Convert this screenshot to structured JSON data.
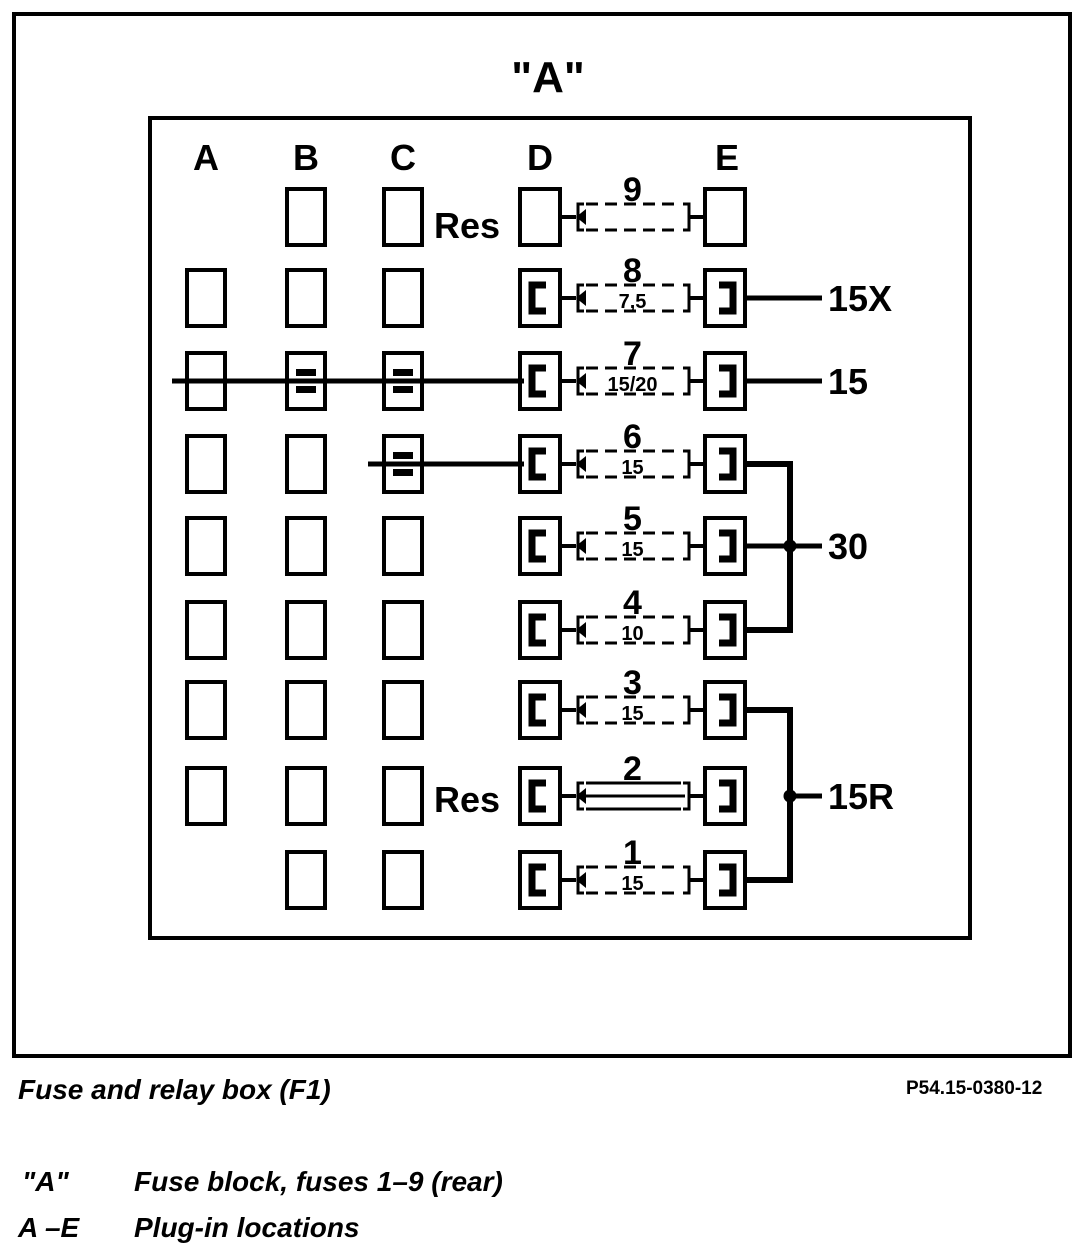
{
  "diagram": {
    "title": "\"A\"",
    "columns": [
      "A",
      "B",
      "C",
      "D",
      "E"
    ],
    "reserve_label": "Res",
    "fuses": [
      {
        "number": "9",
        "rating": ""
      },
      {
        "number": "8",
        "rating": "7,5"
      },
      {
        "number": "7",
        "rating": "15/20"
      },
      {
        "number": "6",
        "rating": "15"
      },
      {
        "number": "5",
        "rating": "15"
      },
      {
        "number": "4",
        "rating": "10"
      },
      {
        "number": "3",
        "rating": "15"
      },
      {
        "number": "2",
        "rating": ""
      },
      {
        "number": "1",
        "rating": "15"
      }
    ],
    "terminals": {
      "t15x": "15X",
      "t15": "15",
      "t30": "30",
      "t15r": "15R"
    }
  },
  "caption": {
    "title": "Fuse and relay box (F1)",
    "code": "P54.15-0380-12"
  },
  "legend": [
    {
      "key": "\"A\"",
      "text": "Fuse block, fuses 1–9 (rear)"
    },
    {
      "key": "A –E",
      "text": "Plug-in locations"
    }
  ],
  "colors": {
    "ink": "#000000",
    "paper": "#ffffff"
  }
}
